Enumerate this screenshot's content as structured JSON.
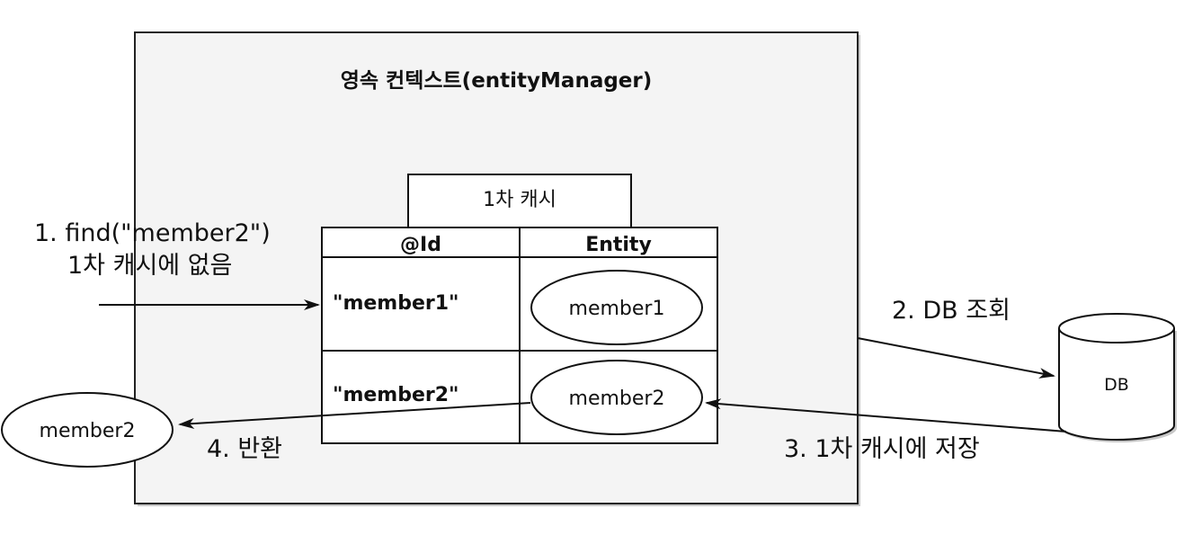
{
  "context": {
    "title": "영속 컨텍스트(entityManager)"
  },
  "cache": {
    "title": "1차 캐시",
    "headers": {
      "id": "@Id",
      "entity": "Entity"
    },
    "rows": [
      {
        "id": "\"member1\"",
        "entity": "member1"
      },
      {
        "id": "\"member2\"",
        "entity": "member2"
      }
    ]
  },
  "steps": {
    "find_line1": "1. find(\"member2\")",
    "find_line2": "1차 캐시에 없음",
    "db_query": "2. DB 조회",
    "save_cache": "3. 1차 캐시에 저장",
    "return": "4. 반환"
  },
  "db": {
    "label": "DB"
  },
  "returned": {
    "label": "member2"
  }
}
